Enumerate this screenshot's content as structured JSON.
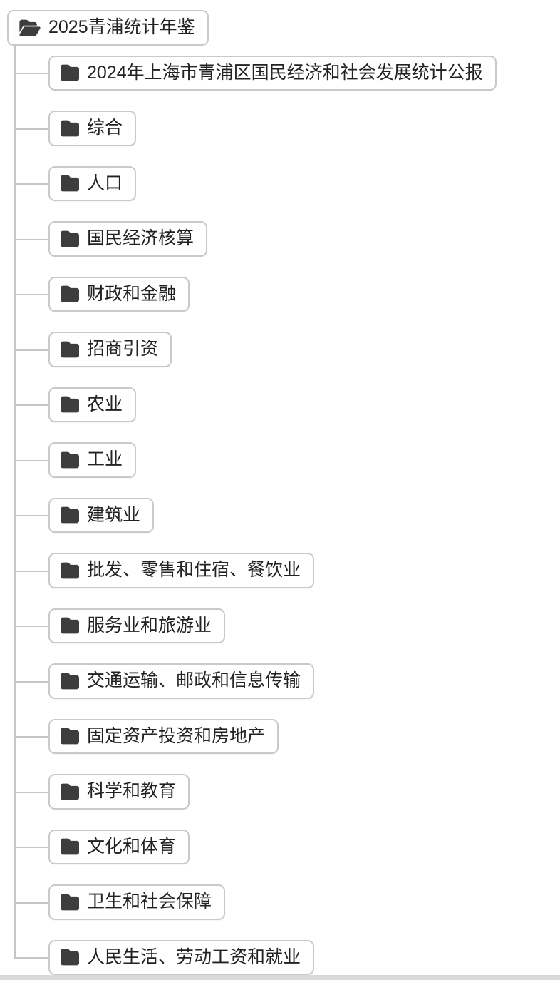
{
  "tree": {
    "root": {
      "label": "2025青浦统计年鉴"
    },
    "children": [
      "2024年上海市青浦区国民经济和社会发展统计公报",
      "综合",
      "人口",
      "国民经济核算",
      "财政和金融",
      "招商引资",
      "农业",
      "工业",
      "建筑业",
      "批发、零售和住宿、餐饮业",
      "服务业和旅游业",
      "交通运输、邮政和信息传输",
      "固定资产投资和房地产",
      "科学和教育",
      "文化和体育",
      "卫生和社会保障",
      "人民生活、劳动工资和就业"
    ]
  },
  "icons": {
    "root": "folder-open-icon",
    "child": "folder-icon"
  },
  "colors": {
    "node_border": "#c9c9c9",
    "connector_line": "#c6c6c6",
    "icon": "#3d3d3d",
    "text": "#222222",
    "bottom_bar": "#d9d9d9",
    "background": "#ffffff"
  }
}
